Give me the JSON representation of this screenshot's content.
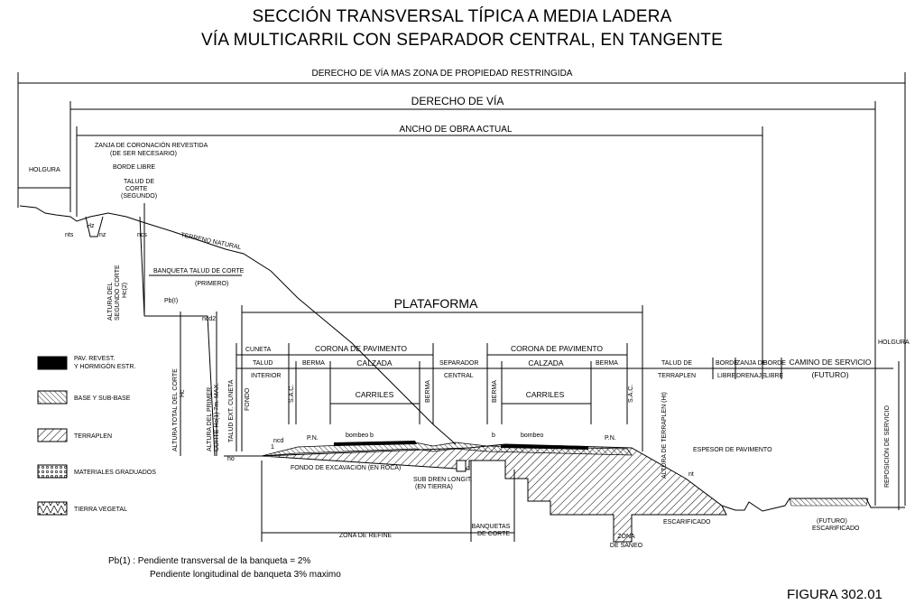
{
  "title": {
    "line1": "SECCIÓN TRANSVERSAL TÍPICA A MEDIA LADERA",
    "line2": "VÍA MULTICARRIL CON SEPARADOR CENTRAL, EN TANGENTE"
  },
  "dims": {
    "derecho_zona": "DERECHO DE VÍA MAS ZONA DE PROPIEDAD RESTRINGIDA",
    "derecho_via": "DERECHO DE VÍA",
    "ancho_obra": "ANCHO DE OBRA ACTUAL",
    "plataforma": "PLATAFORMA",
    "holgura_left": "HOLGURA",
    "holgura_right": "HOLGURA",
    "zanja_1": "ZANJA DE CORONACIÓN REVESTIDA",
    "zanja_2": "(DE SER NECESARIO)",
    "borde_libre_top": "BORDE LIBRE",
    "talud_corte_2a": "TALUD DE",
    "talud_corte_2b": "CORTE",
    "talud_corte_2c": "(SEGUNDO)",
    "terreno_natural": "TERRENO NATURAL",
    "banqueta": "BANQUETA",
    "talud_corte_1a": "TALUD DE CORTE",
    "talud_corte_1b": "(PRIMERO)",
    "pb": "Pb(I)",
    "altura_segundo_1": "ALTURA DEL",
    "altura_segundo_2": "SEGUNDO CORTE",
    "altura_segundo_3": "Hc(2)",
    "altura_total_1": "ALTURA TOTAL DEL CORTE",
    "altura_total_2": "Hc",
    "altura_primer_1": "ALTURA DEL PRIMER",
    "altura_primer_2": "CORTE Hc(1) 7m. MAX.",
    "talud_ext_cuneta": "TALUD EXT. CUNETA",
    "fondo": "FONDO",
    "cuneta": "CUNETA",
    "talud_interior_1": "TALUD",
    "talud_interior_2": "INTERIOR",
    "sac_left": "S.A.C.",
    "corona_left": "CORONA DE PAVIMENTO",
    "corona_right": "CORONA DE PAVIMENTO",
    "berma_l1": "BERMA",
    "calzada_l": "CALZADA",
    "berma_l2": "BERMA",
    "separador_1": "SEPARADOR",
    "separador_2": "CENTRAL",
    "berma_r1": "BERMA",
    "calzada_r": "CALZADA",
    "berma_r2": "BERMA",
    "carriles_l": "CARRILES",
    "carriles_r": "CARRILES",
    "bombeo_l": "bombeo",
    "bombeo_r": "bombeo",
    "b": "b",
    "pn_l": "P.N.",
    "pn_r": "P.N.",
    "sac_right": "S.A.C.",
    "talud_terraplen_1": "TALUD DE",
    "talud_terraplen_2": "TERRAPLEN",
    "borde_libre_r1": "BORDE",
    "borde_libre_r2": "LIBRE",
    "zanja_drenaje_1": "ZANJA DE",
    "zanja_drenaje_2": "DRENAJE",
    "borde_libre_r3": "BORDE",
    "borde_libre_r4": "LIBRE",
    "camino_servicio_1": "CAMINO DE SERVICIO",
    "camino_servicio_2": "(FUTURO)",
    "altura_terraplen": "ALTURA DE TERRAPLEN (Ht)",
    "espesor_pavimento": "ESPESOR DE PAVIMENTO",
    "reposicion_servicio": "REPOSICIÓN DE SERVICIO",
    "fondo_excavacion": "FONDO DE EXCAVACIÓN (EN ROCA)",
    "sub_dren_1": "SUB DREN LONGIT.",
    "sub_dren_2": "(EN TIERRA)",
    "zona_refine": "ZONA DE REFINE",
    "banquetas_corte_1": "BANQUETAS",
    "banquetas_corte_2": "DE CORTE",
    "zona_saneo_1": "ZONA",
    "zona_saneo_2": "DE SANEO",
    "escarificado": "ESCARIFICADO",
    "futuro_escarificado_1": "(FUTURO)",
    "futuro_escarificado_2": "ESCARIFICADO",
    "ho": "ho",
    "ncd": "ncd",
    "one": "1",
    "ncd2": "ncd2",
    "ncs": "ncs",
    "nt": "nt",
    "nts": "nts",
    "nz": "nz",
    "hz": "Hz"
  },
  "legend": {
    "items": [
      {
        "label1": "PAV. REVEST.",
        "label2": "Y HORMIGÓN ESTR."
      },
      {
        "label1": "BASE Y SUB-BASE",
        "label2": ""
      },
      {
        "label1": "TERRAPLEN",
        "label2": ""
      },
      {
        "label1": "MATERIALES GRADUADOS",
        "label2": ""
      },
      {
        "label1": "TIERRA VEGETAL",
        "label2": ""
      }
    ]
  },
  "notes": {
    "line1": "Pb(1) :  Pendiente transversal de la banqueta = 2%",
    "line2": "Pendiente longitudinal de banqueta 3% maximo"
  },
  "figure": "FIGURA 302.01"
}
